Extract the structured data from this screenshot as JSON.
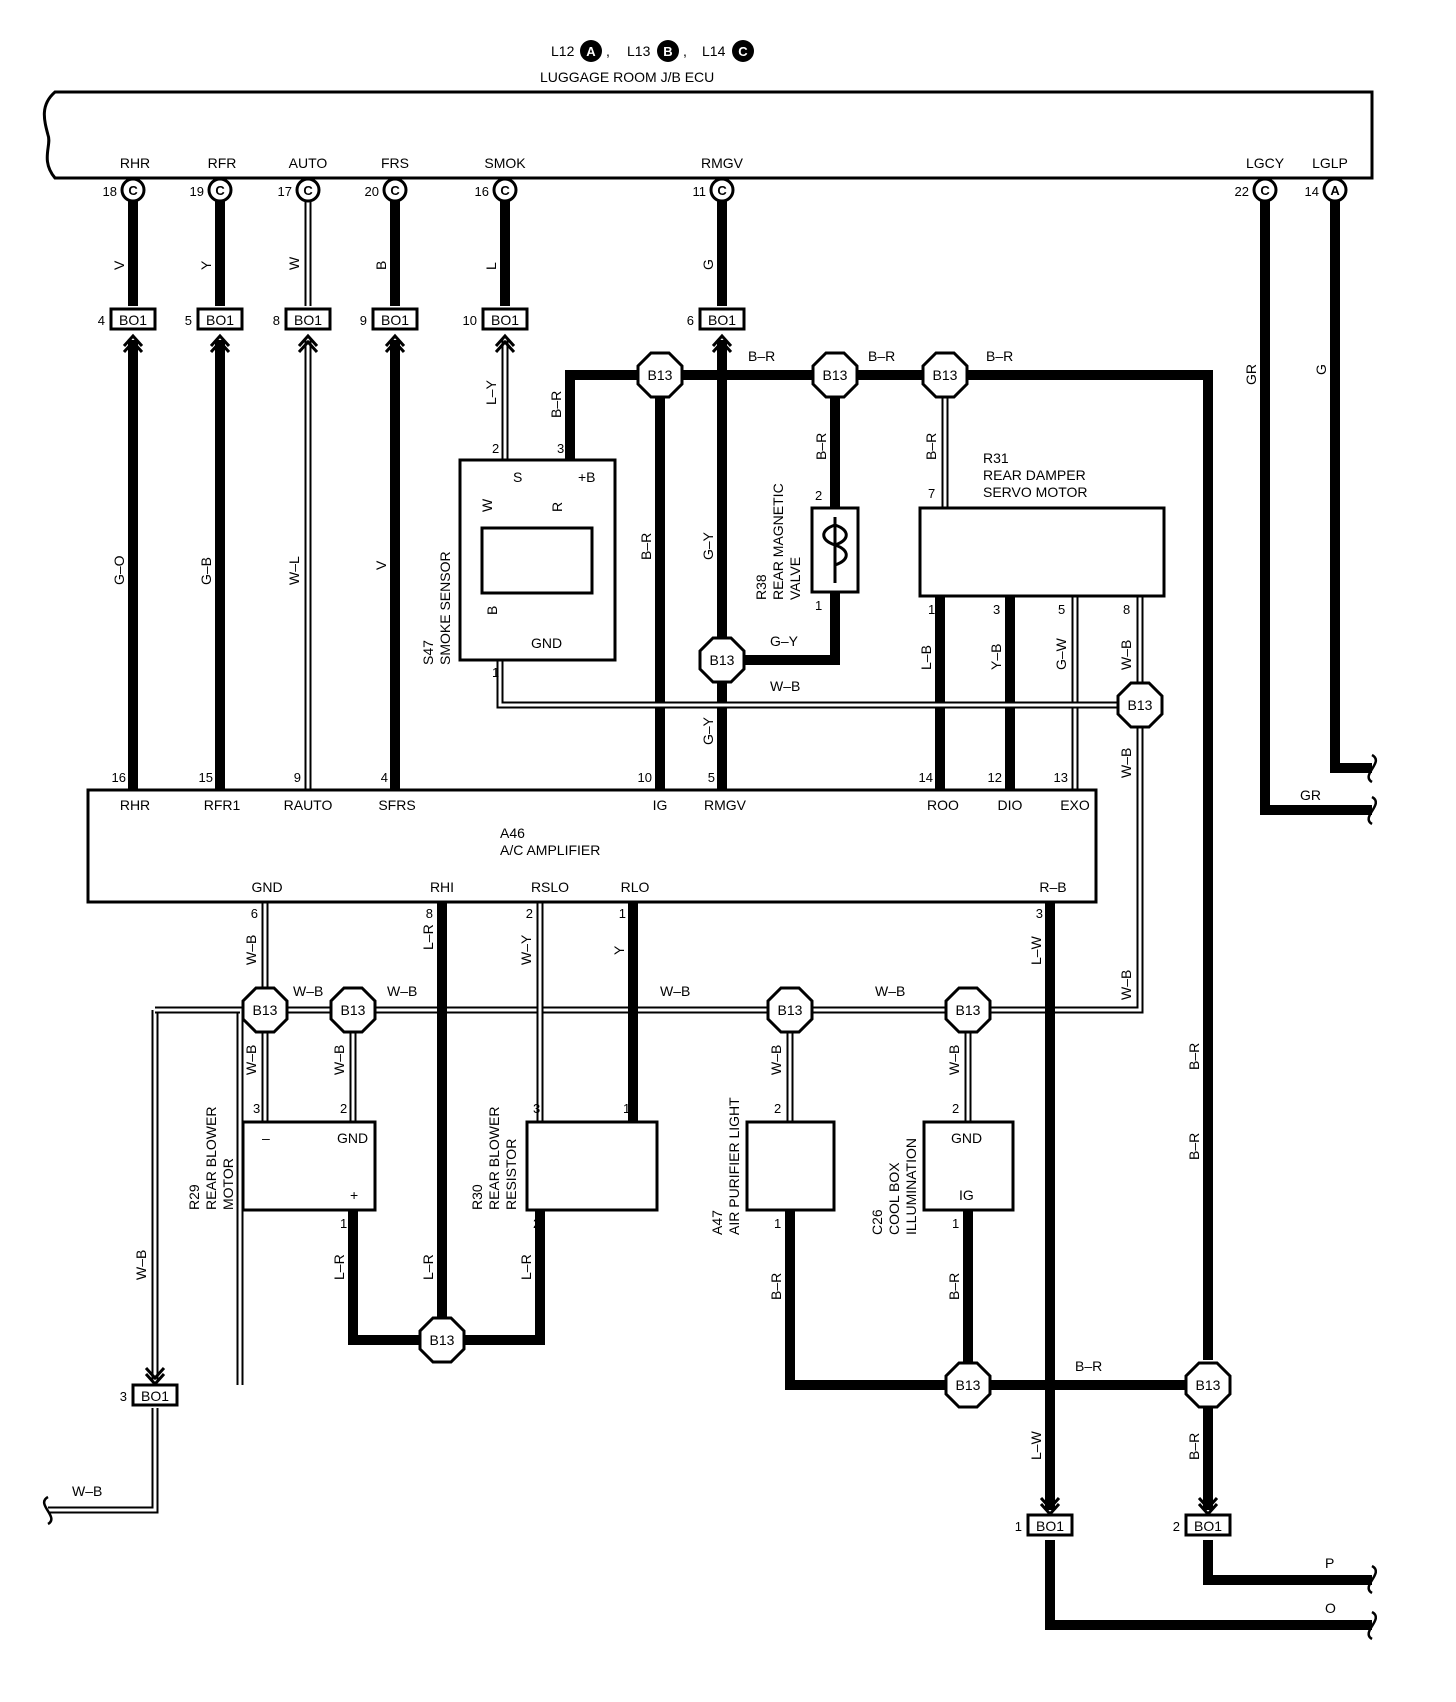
{
  "header": {
    "connector_line_parts": [
      "L12",
      "A",
      ",",
      "L13",
      "B",
      ",",
      "L14",
      "C"
    ],
    "ecu_name": "LUGGAGE ROOM J/B ECU"
  },
  "ecu_terminals": [
    {
      "name": "RHR",
      "pin": "18",
      "conn": "C"
    },
    {
      "name": "RFR",
      "pin": "19",
      "conn": "C"
    },
    {
      "name": "AUTO",
      "pin": "17",
      "conn": "C"
    },
    {
      "name": "FRS",
      "pin": "20",
      "conn": "C"
    },
    {
      "name": "SMOK",
      "pin": "16",
      "conn": "C"
    },
    {
      "name": "RMGV",
      "pin": "11",
      "conn": "C"
    },
    {
      "name": "LGCY",
      "pin": "22",
      "conn": "C"
    },
    {
      "name": "LGLP",
      "pin": "14",
      "conn": "A"
    }
  ],
  "bo1_connectors": [
    {
      "pin": "4",
      "label": "BO1"
    },
    {
      "pin": "5",
      "label": "BO1"
    },
    {
      "pin": "8",
      "label": "BO1"
    },
    {
      "pin": "9",
      "label": "BO1"
    },
    {
      "pin": "10",
      "label": "BO1"
    },
    {
      "pin": "6",
      "label": "BO1"
    },
    {
      "pin": "3",
      "label": "BO1"
    },
    {
      "pin": "1",
      "label": "BO1"
    },
    {
      "pin": "2",
      "label": "BO1"
    }
  ],
  "junction_label": "B13",
  "wire_colors": {
    "upper": [
      "V",
      "Y",
      "W",
      "B",
      "L",
      "G",
      "GR",
      "G"
    ],
    "middle": [
      "G–O",
      "G–B",
      "W–L",
      "V",
      "L–Y",
      "B–R",
      "B–R",
      "G–Y",
      "G–Y",
      "G–Y",
      "W–B",
      "B–R",
      "B–R",
      "B–R",
      "B–R",
      "B–R",
      "L–B",
      "Y–B",
      "G–W",
      "W–B",
      "W–B"
    ],
    "bottom": [
      "W–B",
      "W–B",
      "W–B",
      "W–B",
      "W–B",
      "W–B",
      "W–B",
      "W–B",
      "L–R",
      "W–Y",
      "Y",
      "L–W",
      "B–R",
      "W–B",
      "W–B",
      "W–B",
      "L–R",
      "L–R",
      "L–R",
      "B–R",
      "B–R",
      "B–R",
      "B–R",
      "L–W",
      "B–R",
      "W–B",
      "GR",
      "P",
      "O"
    ]
  },
  "smoke_sensor": {
    "id": "S47",
    "name": "SMOKE SENSOR",
    "terminals": [
      "S",
      "+B",
      "W",
      "R",
      "B",
      "GND"
    ],
    "pins": [
      "2",
      "3",
      "1"
    ]
  },
  "magnetic_valve": {
    "id": "R38",
    "name_lines": [
      "REAR MAGNETIC",
      "VALVE"
    ],
    "pins": [
      "2",
      "1"
    ]
  },
  "damper": {
    "id": "R31",
    "name_lines": [
      "REAR DAMPER",
      "SERVO MOTOR"
    ],
    "pins": [
      "7",
      "1",
      "3",
      "5",
      "8"
    ]
  },
  "amplifier": {
    "id": "A46",
    "name": "A/C AMPLIFIER",
    "top_terminals": [
      {
        "name": "RHR",
        "pin": "16"
      },
      {
        "name": "RFR1",
        "pin": "15"
      },
      {
        "name": "RAUTO",
        "pin": "9"
      },
      {
        "name": "SFRS",
        "pin": "4"
      },
      {
        "name": "IG",
        "pin": "10"
      },
      {
        "name": "RMGV",
        "pin": "5"
      },
      {
        "name": "ROO",
        "pin": "14"
      },
      {
        "name": "DIO",
        "pin": "12"
      },
      {
        "name": "EXO",
        "pin": "13"
      }
    ],
    "bottom_terminals": [
      {
        "name": "GND",
        "pin": "6"
      },
      {
        "name": "RHI",
        "pin": "8"
      },
      {
        "name": "RSLO",
        "pin": "2"
      },
      {
        "name": "RLO",
        "pin": "1"
      },
      {
        "name": "R–B",
        "pin": "3"
      }
    ]
  },
  "blower_motor": {
    "id": "R29",
    "name_lines": [
      "REAR BLOWER",
      "MOTOR"
    ],
    "terminals": [
      "–",
      "GND",
      "+"
    ],
    "pins": [
      "3",
      "2",
      "1"
    ]
  },
  "blower_resistor": {
    "id": "R30",
    "name_lines": [
      "REAR BLOWER",
      "RESISTOR"
    ],
    "pins": [
      "3",
      "1",
      "2"
    ]
  },
  "purifier_light": {
    "id": "A47",
    "name": "AIR PURIFIER LIGHT",
    "pins": [
      "2",
      "1"
    ]
  },
  "cool_box": {
    "id": "C26",
    "name_lines": [
      "COOL BOX",
      "ILLUMINATION"
    ],
    "terminals": [
      "GND",
      "IG"
    ],
    "pins": [
      "2",
      "1"
    ]
  }
}
